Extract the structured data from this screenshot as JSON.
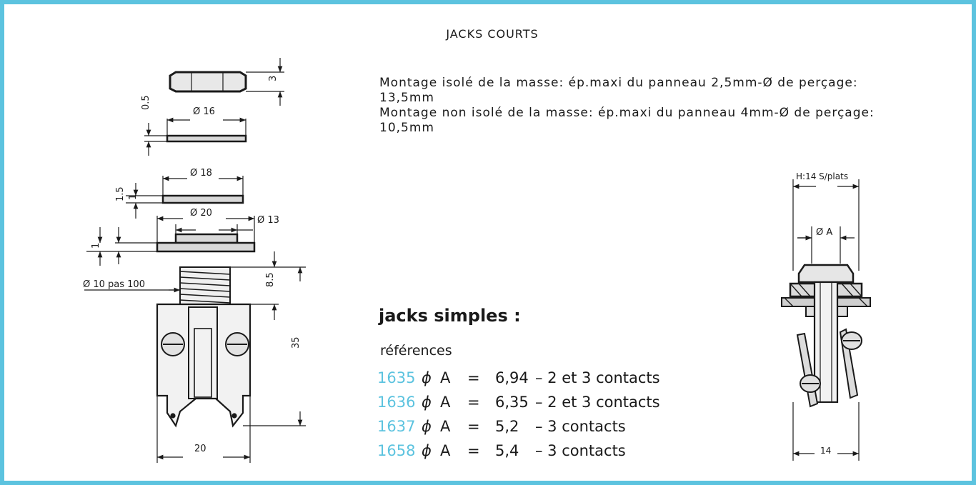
{
  "document": {
    "title": "JACKS COURTS",
    "spec_lines": [
      "Montage isolé de la masse: ép.maxi du panneau 2,5mm-Ø de perçage:",
      "13,5mm",
      "Montage non isolé de la masse: ép.maxi du panneau 4mm-Ø de perçage:",
      "10,5mm"
    ],
    "section_heading": "jacks simples :",
    "references_label": "références",
    "references": [
      {
        "code": "1635",
        "symbol": "ϕ",
        "letter": "A",
        "eq": "=",
        "value": "6,94",
        "desc": "– 2 et 3 contacts"
      },
      {
        "code": "1636",
        "symbol": "ϕ",
        "letter": "A",
        "eq": "=",
        "value": "6,35",
        "desc": "– 2 et 3 contacts"
      },
      {
        "code": "1637",
        "symbol": "ϕ",
        "letter": "A",
        "eq": "=",
        "value": "5,2",
        "desc": "– 3 contacts"
      },
      {
        "code": "1658",
        "symbol": "ϕ",
        "letter": "A",
        "eq": "=",
        "value": "5,4",
        "desc": "– 3 contacts"
      }
    ]
  },
  "left_drawing": {
    "dims": {
      "d16": "Ø 16",
      "d18": "Ø 18",
      "d20": "Ø 20",
      "d13": "Ø 13",
      "thread": "Ø 10 pas 100",
      "h3": "3",
      "h05": "0.5",
      "h15": "1.5",
      "h1a": "1",
      "h1b": "1",
      "h85": "8.5",
      "h35": "35",
      "w20": "20"
    }
  },
  "right_drawing": {
    "dims": {
      "hex": "H:14 S/plats",
      "phiA": "Ø A",
      "w14": "14"
    }
  },
  "colors": {
    "border": "#5cc3df",
    "ink": "#1a1a1a",
    "ref_code": "#5cc3df"
  }
}
